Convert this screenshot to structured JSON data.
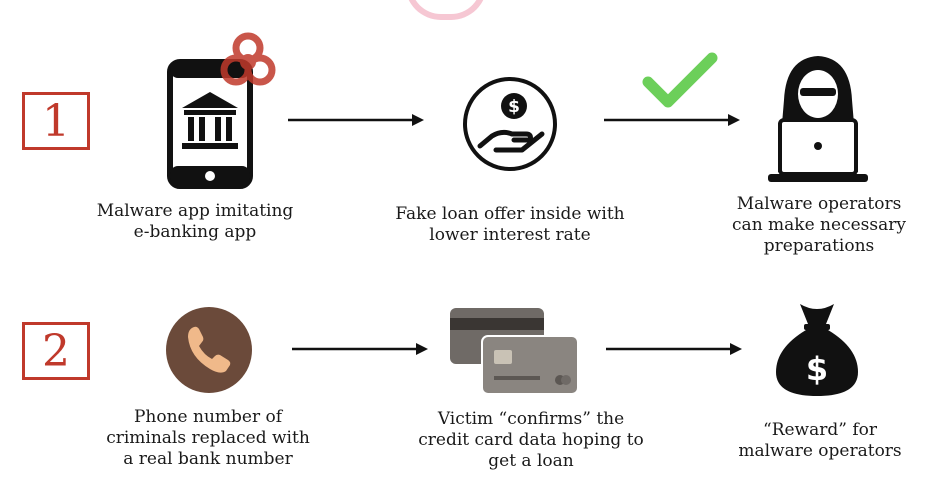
{
  "rows": [
    {
      "step": "1",
      "nodes": [
        {
          "icon": "phone-bank-biohazard-icon",
          "lines": [
            "Malware app imitating",
            "e-banking app"
          ]
        },
        {
          "icon": "hand-coin-icon",
          "lines": [
            "Fake loan offer inside with",
            "lower interest rate"
          ]
        },
        {
          "icon": "hacker-laptop-icon",
          "lines": [
            "Malware operators",
            "can make necessary",
            "preparations"
          ]
        }
      ]
    },
    {
      "step": "2",
      "nodes": [
        {
          "icon": "phone-call-icon",
          "lines": [
            "Phone number of",
            "criminals replaced with",
            "a real bank number"
          ]
        },
        {
          "icon": "credit-cards-icon",
          "lines": [
            "Victim “confirms” the",
            "credit card data hoping to",
            "get a loan"
          ]
        },
        {
          "icon": "money-bag-icon",
          "lines": [
            "“Reward” for",
            "malware operators"
          ]
        }
      ]
    }
  ],
  "colors": {
    "accent": "#c0392b",
    "check": "#6ccf5a",
    "biohazard": "#c0392b",
    "phone_circle": "#6b4a3a",
    "phone_glyph": "#f0b98a",
    "card": "#8a8580"
  }
}
